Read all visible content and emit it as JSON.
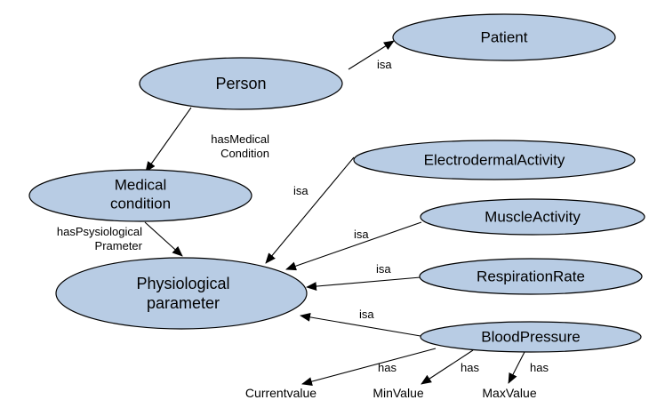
{
  "nodes": {
    "patient": "Patient",
    "person": "Person",
    "medical_line1": "Medical",
    "medical_line2": "condition",
    "physio_line1": "Physiological",
    "physio_line2": "parameter",
    "eda": "ElectrodermalActivity",
    "muscle": "MuscleActivity",
    "resp": "RespirationRate",
    "bp": "BloodPressure"
  },
  "leaves": {
    "current": "Currentvalue",
    "min": "MinValue",
    "max": "MaxValue"
  },
  "edges": {
    "person_patient": "isa",
    "person_medical_line1": "hasMedical",
    "person_medical_line2": "Condition",
    "medical_physio_line1": "hasPsysiological",
    "medical_physio_line2": "Prameter",
    "eda_physio": "isa",
    "muscle_physio": "isa",
    "resp_physio": "isa",
    "bp_physio": "isa",
    "bp_current": "has",
    "bp_min": "has",
    "bp_max": "has"
  },
  "colors": {
    "node_fill": "#b8cce4",
    "stroke": "#000000"
  }
}
